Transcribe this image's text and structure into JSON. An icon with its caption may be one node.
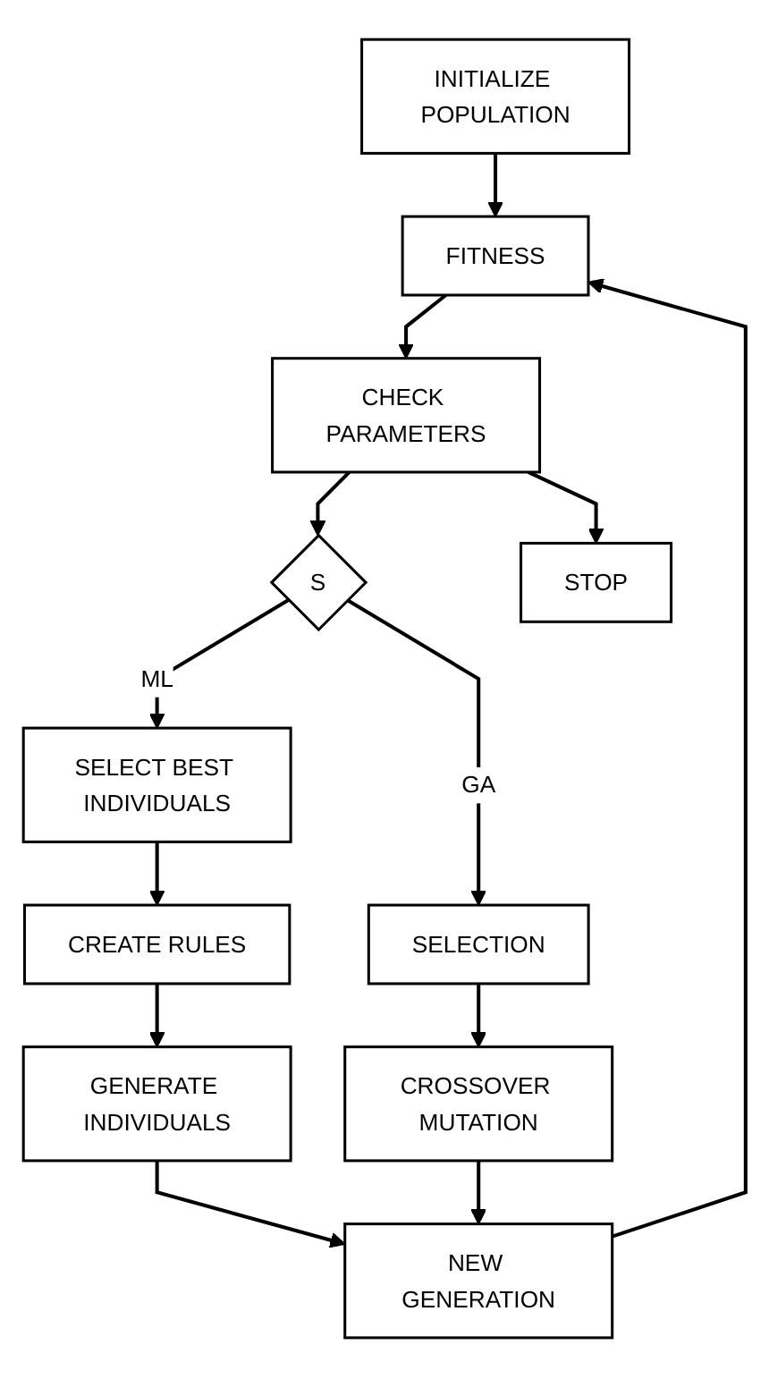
{
  "diagram": {
    "nodes": [
      {
        "text": [
          "INITIALIZE POPULATION"
        ]
      },
      {
        "text": [
          "FITNESS"
        ]
      },
      {
        "text": [
          "CHECK PARAMETERS"
        ]
      },
      {
        "text": [
          "STOP"
        ]
      },
      {
        "text": [
          "S"
        ]
      },
      {
        "text": [
          "SELECT BEST INDIVIDUALS"
        ]
      },
      {
        "text": [
          "SELECTION"
        ]
      },
      {
        "text": [
          "CROSSOVER MUTATION"
        ]
      },
      {
        "text": [
          "CREATE RULES"
        ]
      },
      {
        "text": [
          "GENERATE INDIVIDUALS"
        ]
      },
      {
        "text": [
          "NEW GENERATION"
        ]
      }
    ],
    "edges": [
      {
        "from": 0,
        "to": 1,
        "arrow": "to"
      },
      {
        "from": 1,
        "to": 2,
        "arrow": "to"
      },
      {
        "from": 2,
        "to": 3,
        "arrow": "to"
      },
      {
        "from": 2,
        "to": 4,
        "arrow": "to"
      },
      {
        "from": 4,
        "to": 5,
        "arrow": "to",
        "label": "ML"
      },
      {
        "from": 4,
        "to": 6,
        "arrow": "to",
        "label": "GA"
      },
      {
        "from": 6,
        "to": 7,
        "arrow": "to"
      },
      {
        "from": 5,
        "to": 8,
        "arrow": "to"
      },
      {
        "from": 8,
        "to": 9,
        "arrow": "to"
      },
      {
        "from": 9,
        "to": 10,
        "arrow": "to"
      },
      {
        "from": 7,
        "to": 10,
        "arrow": "to"
      },
      {
        "from": 10,
        "to": 1,
        "arrow": "to"
      }
    ]
  }
}
